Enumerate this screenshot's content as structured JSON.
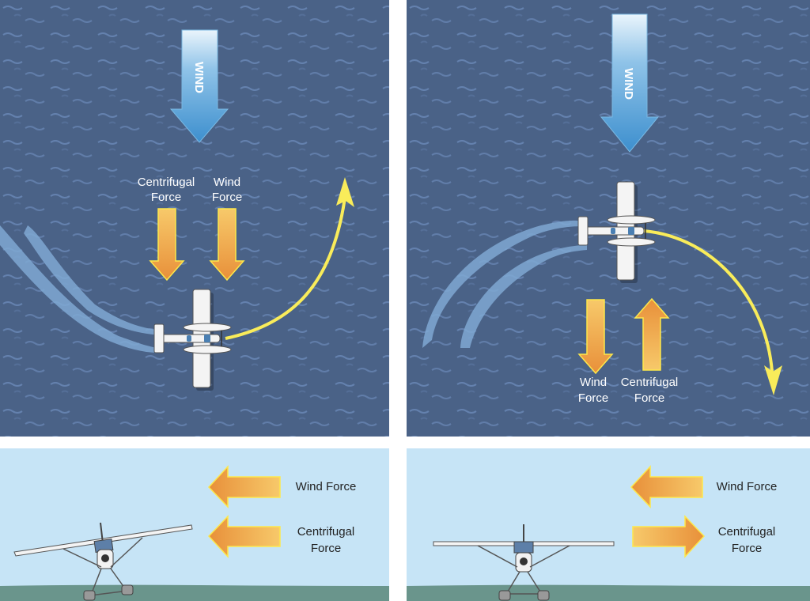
{
  "colors": {
    "water": "#4a6287",
    "water_ripple": "#6f8fbf",
    "sky": "#c6e4f6",
    "ground": "#6a958c",
    "force_arrow_dark": "#e8903a",
    "force_arrow_light": "#f7c96a",
    "force_arrow_outline": "#fde84a",
    "path_arrow": "#f9ec5a",
    "wind_arrow_top": "#e8f4fb",
    "wind_arrow_bottom": "#3d8fce",
    "wake": "#7fa8d2"
  },
  "panels": [
    {
      "id": "upwind-turn-top",
      "wind_label": "WIND",
      "forces": [
        {
          "line1": "Centrifugal",
          "line2": "Force",
          "direction": "down"
        },
        {
          "line1": "Wind",
          "line2": "Force",
          "direction": "down"
        }
      ],
      "turn_direction": "left-then-up"
    },
    {
      "id": "downwind-turn-top",
      "wind_label": "WIND",
      "forces": [
        {
          "line1": "Wind",
          "line2": "Force",
          "direction": "down"
        },
        {
          "line1": "Centrifugal",
          "line2": "Force",
          "direction": "up"
        }
      ],
      "turn_direction": "right-then-down"
    },
    {
      "id": "upwind-turn-side",
      "forces": [
        {
          "label": "Wind Force",
          "direction": "left"
        },
        {
          "line1": "Centrifugal",
          "line2": "Force",
          "direction": "left"
        }
      ],
      "aircraft_bank": "tilted"
    },
    {
      "id": "downwind-turn-side",
      "forces": [
        {
          "label": "Wind Force",
          "direction": "left"
        },
        {
          "line1": "Centrifugal",
          "line2": "Force",
          "direction": "right"
        }
      ],
      "aircraft_bank": "level"
    }
  ]
}
